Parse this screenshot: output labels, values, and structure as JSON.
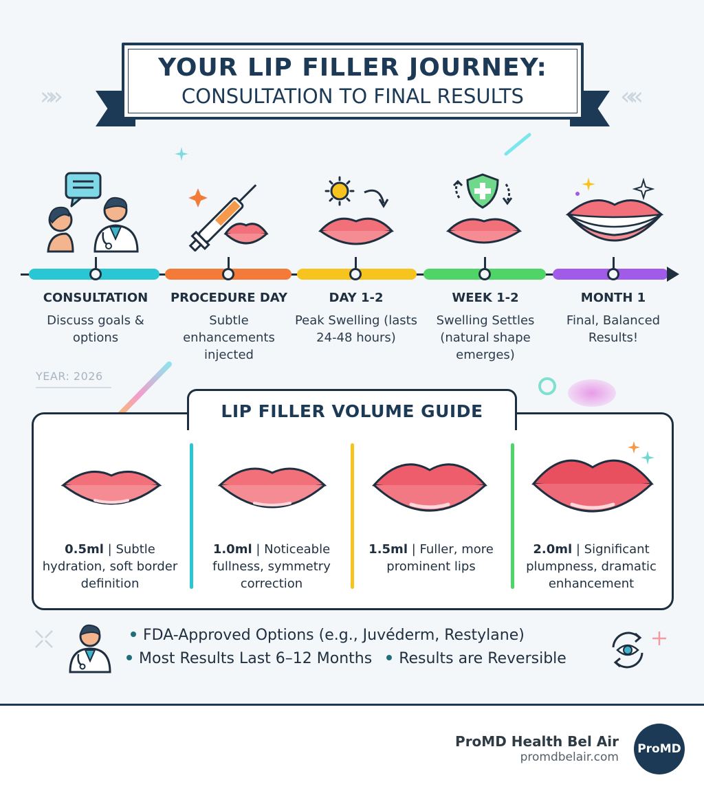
{
  "title": {
    "line1": "YOUR LIP FILLER JOURNEY:",
    "line2": "CONSULTATION TO FINAL RESULTS"
  },
  "timeline": {
    "stages": [
      {
        "title": "CONSULTATION",
        "desc": "Discuss goals & options",
        "color": "#2ac6d4",
        "icon": "consultation-icon"
      },
      {
        "title": "PROCEDURE DAY",
        "desc": "Subtle enhancements injected",
        "color": "#f47a3a",
        "icon": "syringe-icon"
      },
      {
        "title": "DAY 1-2",
        "desc": "Peak Swelling (lasts 24-48 hours)",
        "color": "#f7c41f",
        "icon": "sun-icon"
      },
      {
        "title": "WEEK 1-2",
        "desc": "Swelling Settles (natural shape emerges)",
        "color": "#4fd467",
        "icon": "shield-icon"
      },
      {
        "title": "MONTH 1",
        "desc": "Final, Balanced Results!",
        "color": "#a05ce8",
        "icon": "sparkle-lips-icon"
      }
    ]
  },
  "year_label": "YEAR: 2026",
  "guide": {
    "title": "LIP FILLER VOLUME GUIDE",
    "items": [
      {
        "volume": "0.5ml",
        "desc": "Subtle hydration, soft border definition"
      },
      {
        "volume": "1.0ml",
        "desc": "Noticeable fullness, symmetry correction"
      },
      {
        "volume": "1.5ml",
        "desc": "Fuller, more prominent lips"
      },
      {
        "volume": "2.0ml",
        "desc": "Significant plumpness, dramatic enhancement"
      }
    ],
    "divider_colors": [
      "#2ac6d4",
      "#f7c41f",
      "#4fd467"
    ]
  },
  "bullets": {
    "line1": "FDA-Approved Options (e.g., Juvéderm, Restylane)",
    "line2a": "Most Results Last 6–12 Months",
    "line2b": "Results are Reversible"
  },
  "footer": {
    "brand_name": "ProMD Health Bel Air",
    "brand_url": "promdbelair.com",
    "logo_text": "ProMD"
  },
  "colors": {
    "navy": "#1c3a55",
    "lip": "#f2707a"
  }
}
